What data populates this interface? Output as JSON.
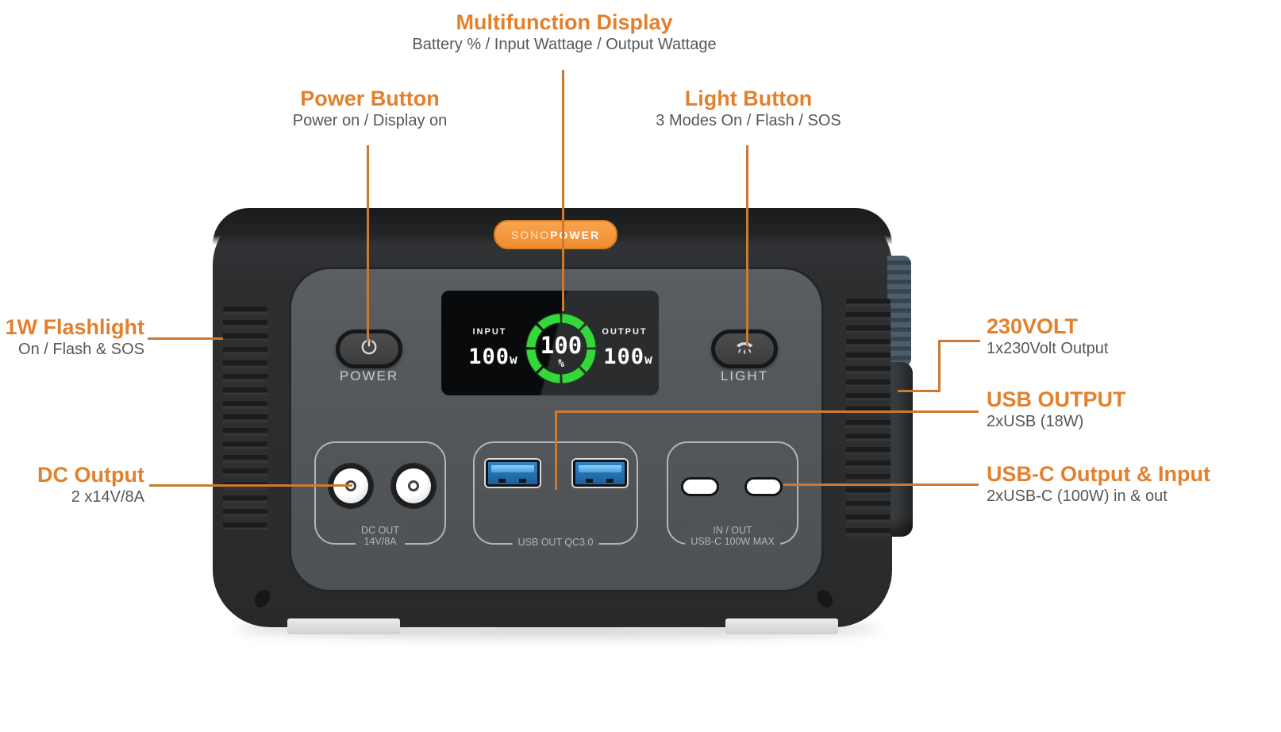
{
  "callouts": {
    "multifunction": {
      "title": "Multifunction Display",
      "subtitle": "Battery % / Input Wattage / Output Wattage"
    },
    "power_button": {
      "title": "Power Button",
      "subtitle": "Power on / Display on"
    },
    "light_button": {
      "title": "Light Button",
      "subtitle": "3 Modes On / Flash / SOS"
    },
    "flashlight": {
      "title": "1W Flashlight",
      "subtitle": "On / Flash & SOS"
    },
    "dc_output": {
      "title": "DC Output",
      "subtitle": "2 x14V/8A"
    },
    "volt230": {
      "title": "230VOLT",
      "subtitle": "1x230Volt Output"
    },
    "usb_output": {
      "title": "USB OUTPUT",
      "subtitle": "2xUSB (18W)"
    },
    "usbc_io": {
      "title": "USB-C Output & Input",
      "subtitle": "2xUSB-C (100W) in & out"
    }
  },
  "device": {
    "brand": {
      "part1": "SONO",
      "part2": "POWER"
    },
    "display": {
      "input_label": "INPUT",
      "input_value": "100",
      "input_unit": "w",
      "battery_value": "100",
      "battery_unit": "%",
      "output_label": "OUTPUT",
      "output_value": "100",
      "output_unit": "w"
    },
    "buttons": {
      "power": "POWER",
      "light": "LIGHT"
    },
    "ports": {
      "dc_line1": "DC OUT",
      "dc_line2": "14V/8A",
      "usb_label": "USB OUT QC3.0",
      "usbc_line1": "IN / OUT",
      "usbc_line2": "USB-C 100W MAX"
    }
  },
  "colors": {
    "accent_orange": "#e2812d",
    "leader_orange": "#cc7a31",
    "badge_orange": "#f29440",
    "subtitle_gray": "#55575a",
    "body_dark": "#2c2e30",
    "panel_gray": "#54575a",
    "gauge_green": "#35d83a",
    "usb_blue": "#2f83c6"
  }
}
